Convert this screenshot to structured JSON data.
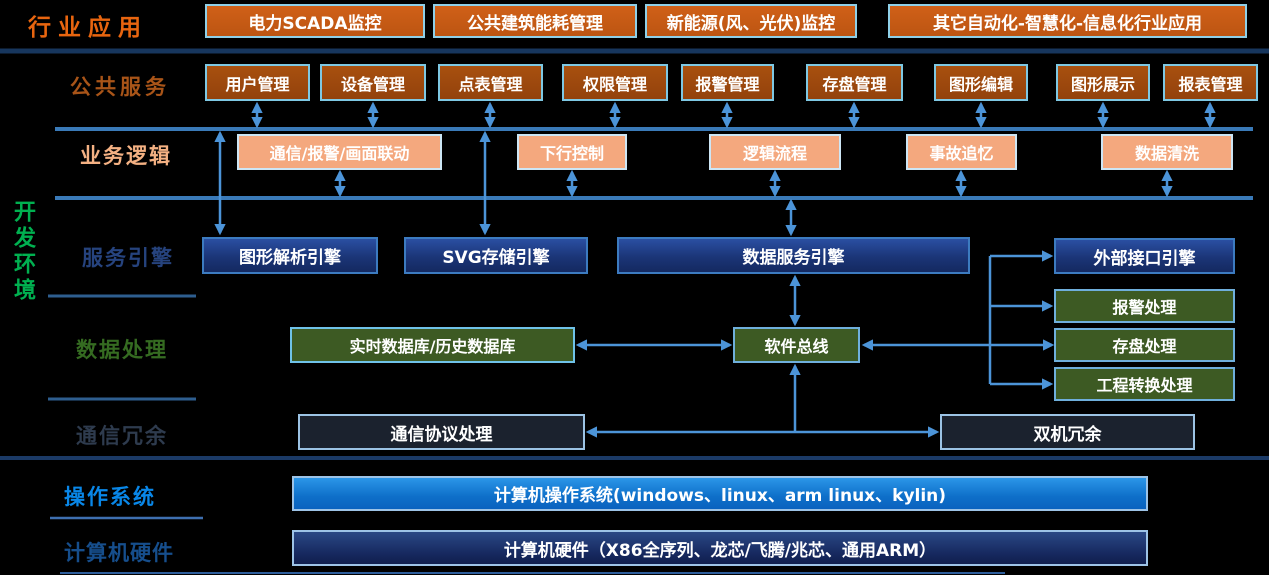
{
  "side_label": "开发环境",
  "row_labels": {
    "industry": "行业应用",
    "services": "公共服务",
    "logic": "业务逻辑",
    "engines": "服务引擎",
    "data": "数据处理",
    "comm": "通信冗余",
    "os": "操作系统",
    "hw": "计算机硬件"
  },
  "industry_apps": [
    "电力SCADA监控",
    "公共建筑能耗管理",
    "新能源(风、光伏)监控",
    "其它自动化-智慧化-信息化行业应用"
  ],
  "public_services": [
    "用户管理",
    "设备管理",
    "点表管理",
    "权限管理",
    "报警管理",
    "存盘管理",
    "图形编辑",
    "图形展示",
    "报表管理"
  ],
  "business_logic": [
    "通信/报警/画面联动",
    "下行控制",
    "逻辑流程",
    "事故追忆",
    "数据清洗"
  ],
  "service_engines": [
    "图形解析引擎",
    "SVG存储引擎",
    "数据服务引擎",
    "外部接口引擎"
  ],
  "data_processing": {
    "realtime_db": "实时数据库/历史数据库",
    "software_bus": "软件总线",
    "side_processors": [
      "报警处理",
      "存盘处理",
      "工程转换处理"
    ]
  },
  "comm_redundancy": [
    "通信协议处理",
    "双机冗余"
  ],
  "os_bar": "计算机操作系统(windows、linux、arm linux、kylin)",
  "hw_bar": "计算机硬件（X86全序列、龙芯/飞腾/兆芯、通用ARM）",
  "colors": {
    "background": "#000000",
    "industry_box": "#C55A11",
    "service_box": "#A0500F",
    "logic_box": "#F4A87E",
    "engine_box": "#1F3C88",
    "green_box": "#3D5A23",
    "dark_box": "#1B222E",
    "os_bar": "#0E6FC9",
    "hw_bar": "#16285E",
    "arrow": "#4C94D8",
    "bus_line": "#3A7AB8",
    "separator": "#17365D",
    "side_label_text": "#00B050",
    "industry_label_text": "#E8650F",
    "os_label_text": "#0987E8"
  }
}
